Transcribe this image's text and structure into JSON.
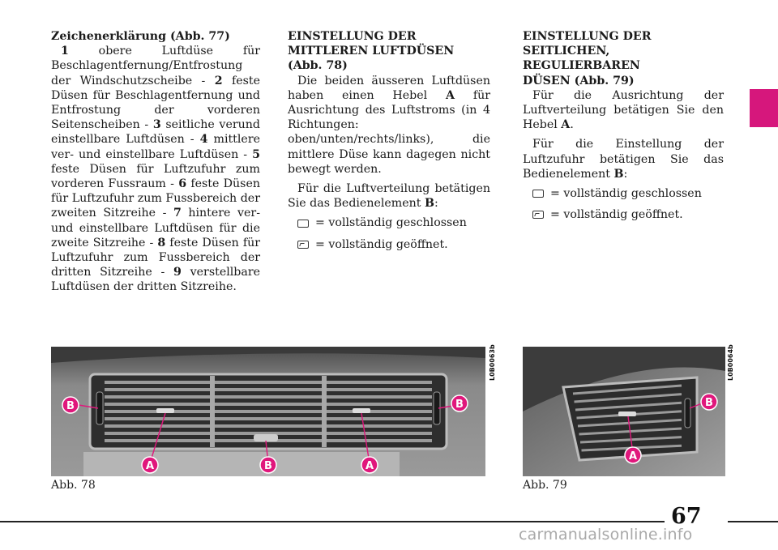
{
  "col1": {
    "heading": "Zeichenerklärung",
    "heading_ref": "(Abb. 77)",
    "items": [
      {
        "n": "1",
        "t": " obere Luftdüse für Beschlagentfer­nung/Entfrostung der Windschutz­scheibe - "
      },
      {
        "n": "2",
        "t": " feste Düsen für Beschlag­entfernung und Entfrostung der vor­deren Seitenscheiben - "
      },
      {
        "n": "3",
        "t": " seitliche ver­und einstellbare Luftdüsen - "
      },
      {
        "n": "4",
        "t": " mitt­lere ver- und einstellbare Luftdüsen - "
      },
      {
        "n": "5",
        "t": " feste Düsen für Luftzufuhr zum vor­deren Fussraum - "
      },
      {
        "n": "6",
        "t": " feste Düsen für Luftzufuhr zum Fussbereich der zwei­ten Sitzreihe - "
      },
      {
        "n": "7",
        "t": " hintere ver- und ein­stellbare Luftdüsen für die zweite Sitz­reihe - "
      },
      {
        "n": "8",
        "t": " feste Düsen für Luftzufuhr zum Fussbereich der dritten Sitzreihe - "
      },
      {
        "n": "9",
        "t": " verstellbare Luftdüsen der dritten Sitzreihe."
      }
    ]
  },
  "col2": {
    "heading_line1": "EINSTELLUNG DER",
    "heading_line2": "MITTLEREN LUFTDÜSEN",
    "heading_ref": "(Abb. 78)",
    "p1_a": "Die beiden äusseren Luftdüsen ha­ben einen Hebel ",
    "p1_b": "A",
    "p1_c": " für Ausrichtung des Luftstroms (in 4 Richtungen: oben/unten/rechts/links), die mittlere Düse kann dagegen nicht bewegt wer­den.",
    "p2_a": "Für die Luftverteilung betätigen Sie das Bedienelement ",
    "p2_b": "B",
    "p2_c": ":",
    "closed": "= vollständig geschlossen",
    "opened": "= vollständig geöffnet."
  },
  "col3": {
    "heading_line1": "EINSTELLUNG DER",
    "heading_line2": "SEITLICHEN, REGULIERBAREN",
    "heading_line3": "DÜSEN",
    "heading_ref": "(Abb. 79)",
    "p1_a": "Für die Ausrichtung der Luftvertei­lung betätigen Sie den Hebel ",
    "p1_b": "A",
    "p1_c": ".",
    "p2_a": "Für die Einstellung der Luftzufuhr betätigen Sie das Bedienelement ",
    "p2_b": "B",
    "p2_c": ":",
    "closed": "= vollständig geschlossen",
    "opened": "= vollständig geöffnet."
  },
  "figures": {
    "fig78": {
      "caption": "Abb. 78",
      "code": "L0B0063b",
      "labels": {
        "b_left": "B",
        "b_right": "B",
        "a_left": "A",
        "b_bottom": "B",
        "a_right": "A"
      }
    },
    "fig79": {
      "caption": "Abb. 79",
      "code": "L0B0064b",
      "labels": {
        "b": "B",
        "a": "A"
      }
    }
  },
  "page_number": "67",
  "watermark": "carmanualsonline.info",
  "colors": {
    "tab": "#d6177c",
    "callout": "#e0177c"
  }
}
